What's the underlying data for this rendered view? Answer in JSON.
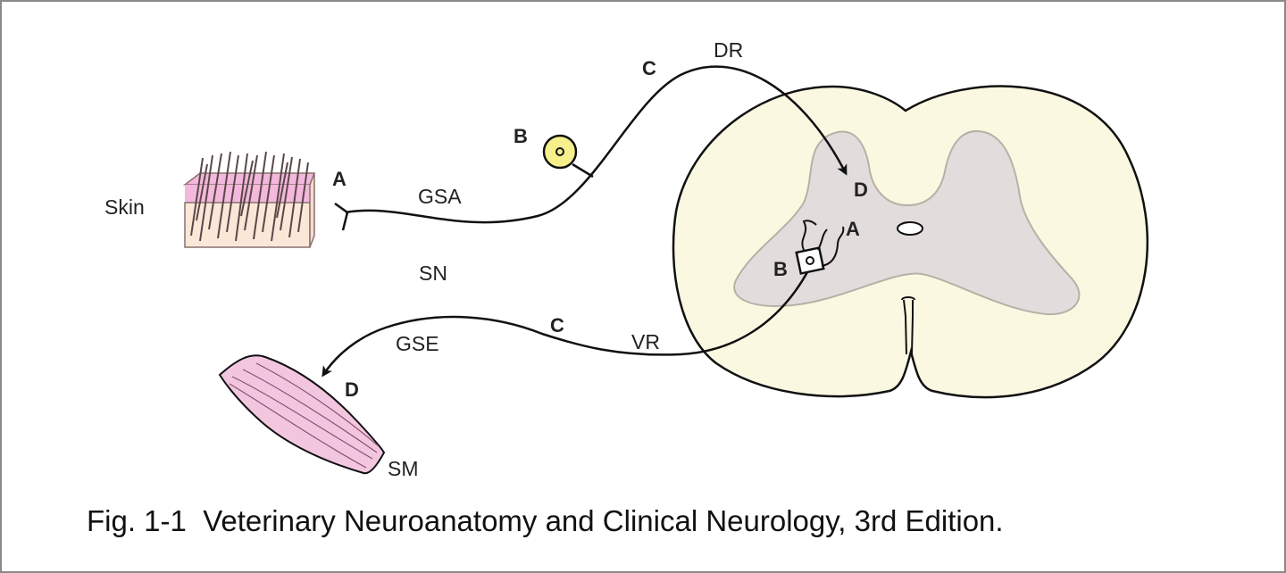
{
  "labels": {
    "skin": "Skin",
    "gsa": "GSA",
    "sn": "SN",
    "gse": "GSE",
    "vr": "VR",
    "dr": "DR",
    "sm": "SM",
    "a_skin": "A",
    "b_ganglion": "B",
    "c_afferent": "C",
    "d_afferent": "D",
    "a_neuron": "A",
    "b_neuron": "B",
    "c_efferent": "C",
    "d_muscle": "D"
  },
  "caption": "Fig. 1-1  Veterinary Neuroanatomy and Clinical Neurology, 3rd Edition.",
  "colors": {
    "white_matter": "#fbf8e2",
    "gray_matter": "#e3dcdc",
    "skin_epidermis": "#f3b8dc",
    "skin_dermis": "#fbe7d8",
    "muscle": "#f3c6e0",
    "ganglion": "#f6f08c",
    "line": "#111111"
  }
}
